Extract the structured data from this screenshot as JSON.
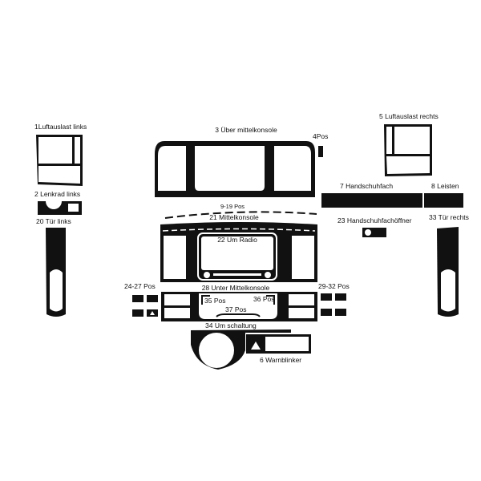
{
  "labels": {
    "p1": "1Luftauslast links",
    "p2": "2 Lenkrad links",
    "p20": "20 Tür links",
    "p3": "3 Über mittelkonsole",
    "p4": "4Pos",
    "p5": "5 Luftauslast rechts",
    "p7": "7 Handschuhfach",
    "p8": "8 Leisten",
    "p9": "9-19 Pos",
    "p21": "21 Mittelkonsole",
    "p22": "22 Um Radio",
    "p23": "23 Handschuhfachöffner",
    "p33": "33 Tür rechts",
    "p24": "24-27 Pos",
    "p28": "28 Unter Mittelkonsole",
    "p29": "29-32 Pos",
    "p35": "35 Pos",
    "p36": "36 Pos",
    "p37": "37 Pos",
    "p34": "34 Um schaltung",
    "p6": "6 Warnblinker"
  },
  "colors": {
    "trim": "#111111",
    "background": "#ffffff"
  }
}
